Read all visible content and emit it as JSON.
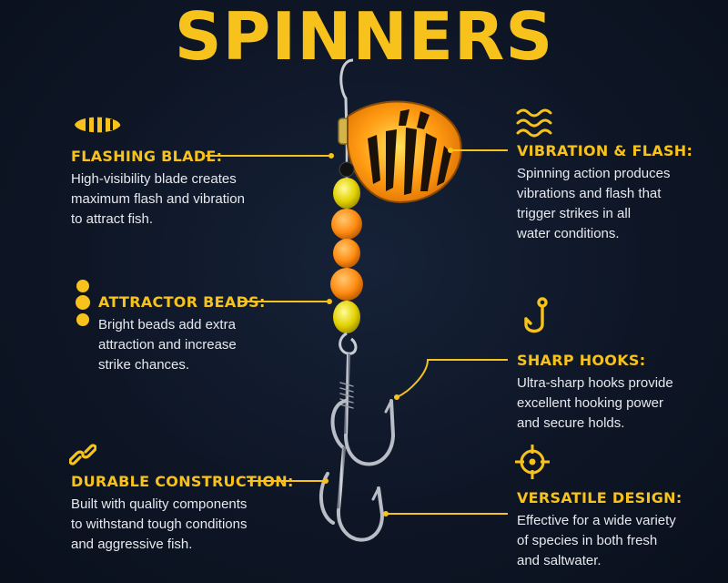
{
  "title": "SPINNERS",
  "features": {
    "flashing_blade": {
      "title": "FLASHING BLADE:",
      "lines": [
        "High-visibility blade creates",
        "maximum flash and vibration",
        "to attract fish."
      ]
    },
    "attractor_beads": {
      "title": "ATTRACTOR BEADS:",
      "lines": [
        "Bright beads add extra",
        "attraction and increase",
        "strike chances."
      ]
    },
    "durable_construction": {
      "title": "DURABLE CONSTRUCTION:",
      "lines": [
        "Built with quality components",
        "to withstand tough conditions",
        "and aggressive fish."
      ]
    },
    "vibration_flash": {
      "title": "VIBRATION & FLASH:",
      "lines": [
        "Spinning action produces",
        "vibrations and flash that",
        "trigger strikes in all",
        "water conditions."
      ]
    },
    "sharp_hooks": {
      "title": "SHARP HOOKS:",
      "lines": [
        "Ultra-sharp hooks provide",
        "excellent hooking power",
        "and secure holds."
      ]
    },
    "versatile_design": {
      "title": "VERSATILE DESIGN:",
      "lines": [
        "Effective for a wide variety",
        "of species in both fresh",
        "and saltwater."
      ]
    }
  },
  "colors": {
    "accent": "#f7c21b",
    "background": "#0e1626",
    "text": "#e7e9ee"
  },
  "icons": [
    "blade-icon",
    "beads-icon",
    "chain-link-icon",
    "waves-icon",
    "hook-icon",
    "crosshair-icon"
  ]
}
